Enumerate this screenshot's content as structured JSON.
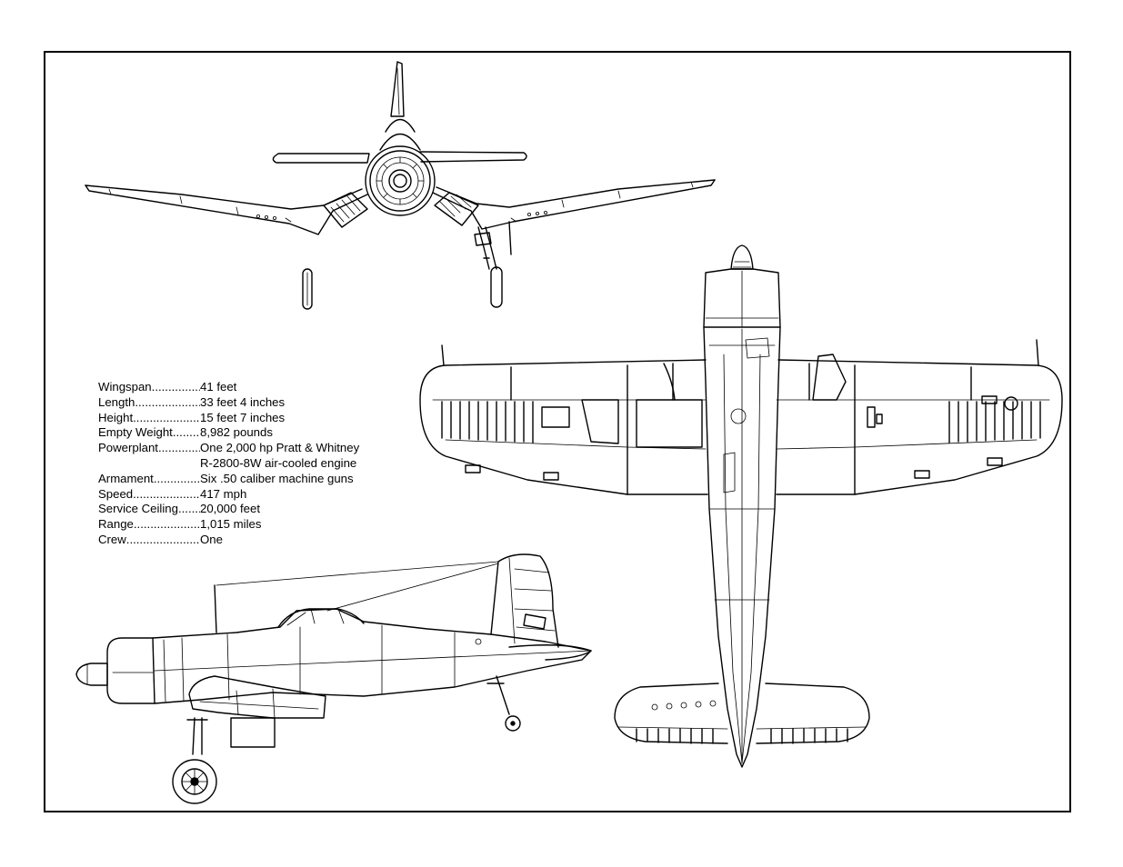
{
  "specifications": [
    {
      "label": "Wingspan",
      "value": "41 feet"
    },
    {
      "label": "Length",
      "value": "33 feet 4 inches"
    },
    {
      "label": "Height",
      "value": "15 feet 7 inches"
    },
    {
      "label": "Empty Weight",
      "value": "8,982 pounds"
    },
    {
      "label": "Powerplant",
      "value": "One 2,000 hp Pratt & Whitney",
      "continuation": "R-2800-8W air-cooled engine"
    },
    {
      "label": "Armament",
      "value": "Six .50 caliber machine guns"
    },
    {
      "label": "Speed",
      "value": "417 mph"
    },
    {
      "label": "Service Ceiling",
      "value": "20,000 feet"
    },
    {
      "label": "Range",
      "value": "1,015 miles"
    },
    {
      "label": "Crew",
      "value": "One"
    }
  ],
  "views": {
    "front": "front-view-drawing",
    "top": "top-view-drawing",
    "side": "side-view-drawing"
  },
  "colors": {
    "line": "#000000",
    "background": "#ffffff"
  }
}
